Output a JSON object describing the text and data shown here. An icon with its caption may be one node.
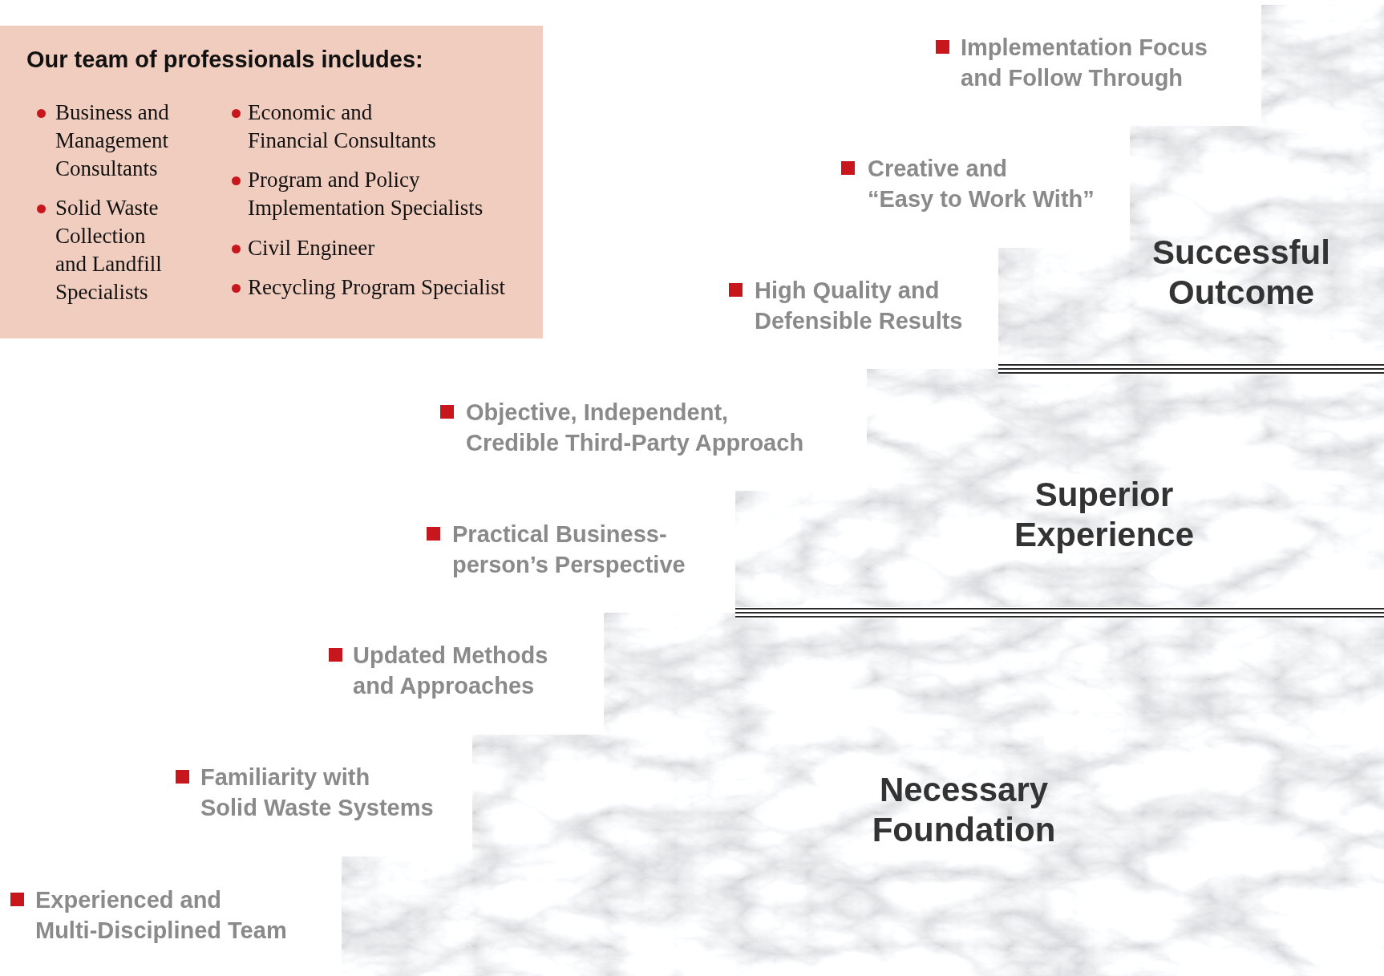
{
  "diagram": {
    "nodes": [
      {
        "text": [
          "Our team of professionals includes:",
          "Business and Management Consultants",
          "Solid Waste Collection and Landfill Specialists",
          "Economic and Financial Consultants",
          "Program and Policy Implementation Specialists",
          "Civil Engineer",
          "Recycling Program Specialist"
        ]
      },
      {
        "text": [
          "Successful Outcome"
        ]
      },
      {
        "text": [
          "Superior Experience"
        ]
      },
      {
        "text": [
          "Necessary Foundation"
        ]
      }
    ],
    "labels": [
      "Implementation Focus and Follow Through",
      "Creative and “Easy to Work With”",
      "High Quality and Defensible Results",
      "Objective, Independent, Credible Third-Party Approach",
      "Practical Business- person’s Perspective",
      "Updated Methods and Approaches",
      "Familiarity with Solid Waste Systems",
      "Experienced and Multi-Disciplined Team"
    ]
  }
}
